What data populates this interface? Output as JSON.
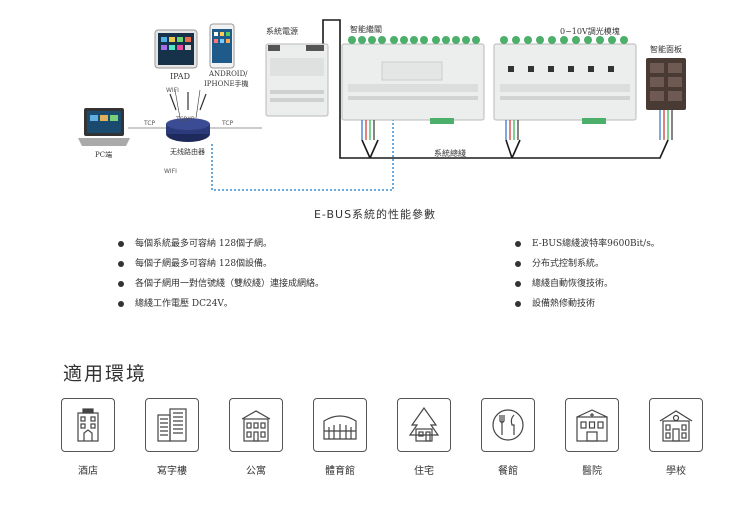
{
  "diagram": {
    "labels": {
      "ipad": "IPAD",
      "android_line1": "ANDROID/",
      "android_line2": "IPHONE手機",
      "wifi_top": "WIFI",
      "wifi_bottom": "WIFI",
      "tcp_left": "TCP",
      "tcp_ip": "TCP/IP",
      "tcp_right": "TCP",
      "pc": "PC端",
      "router": "无线路由器",
      "power": "系統電源",
      "switch": "智能繼關",
      "dimmer": "0~10V調光模塊",
      "panel": "智能面板",
      "bus": "系統總綫"
    },
    "colors": {
      "bus_line": "#1a1a1a",
      "network_line": "#3a8fd0",
      "module_body": "#eceeed",
      "terminal_green": "#4caf6a",
      "panel_body": "#4a3a34",
      "panel_button": "#6e5a52"
    }
  },
  "section_title": "E-BUS系統的性能參數",
  "specs": {
    "left": [
      "每個系統最多可容納 128個子網。",
      "每個子網最多可容納 128個設備。",
      "各個子網用一對信號綫（雙絞綫）連接成網絡。",
      "總綫工作電壓 DC24V。"
    ],
    "right": [
      "E-BUS總綫波特率9600Bit/s。",
      "分布式控制系統。",
      "總綫自動恢復技術。",
      "設備熱修動技術"
    ]
  },
  "environments": {
    "title": "適用環境",
    "items": [
      {
        "label": "酒店",
        "icon": "hotel-icon"
      },
      {
        "label": "寫字樓",
        "icon": "office-building-icon"
      },
      {
        "label": "公寓",
        "icon": "apartment-icon"
      },
      {
        "label": "體育館",
        "icon": "stadium-icon"
      },
      {
        "label": "住宅",
        "icon": "residence-icon"
      },
      {
        "label": "餐館",
        "icon": "restaurant-icon"
      },
      {
        "label": "醫院",
        "icon": "hospital-icon"
      },
      {
        "label": "學校",
        "icon": "school-icon"
      }
    ]
  }
}
